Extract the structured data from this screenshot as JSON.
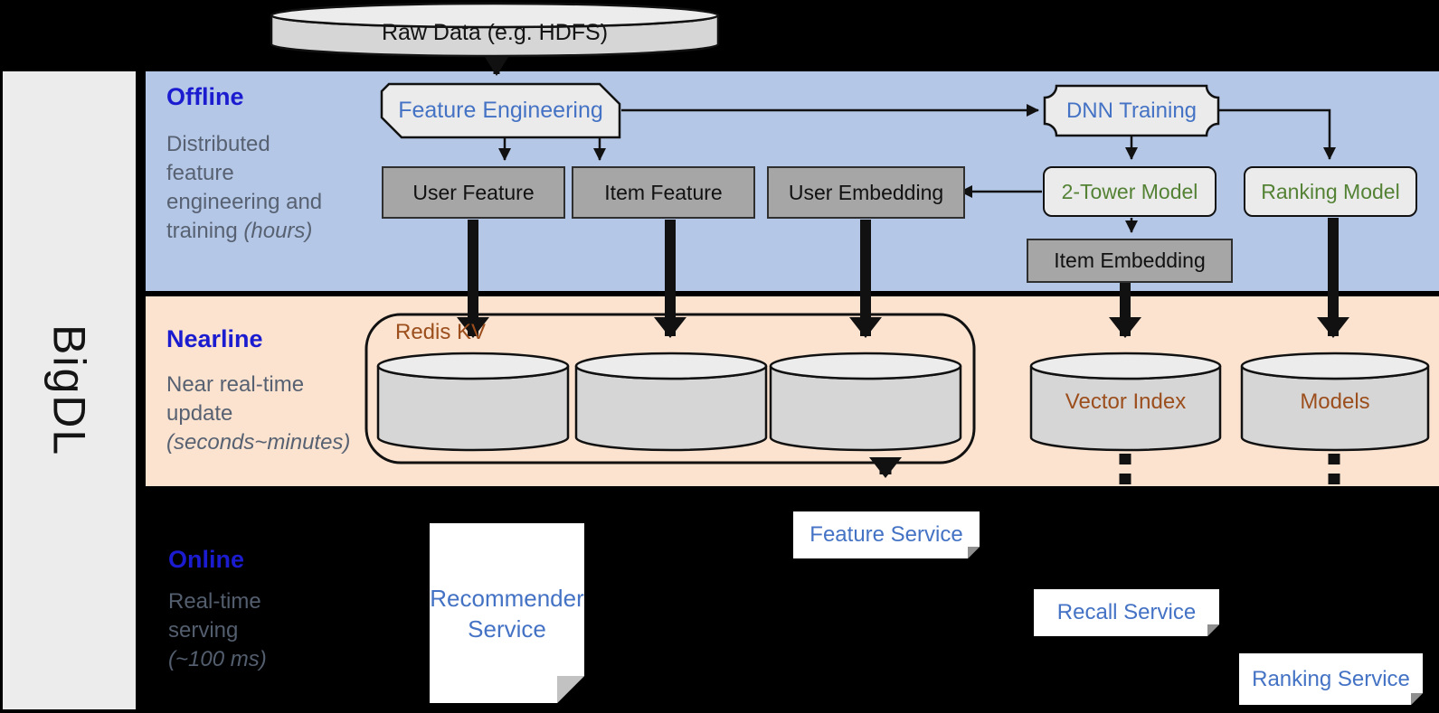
{
  "brand": {
    "name": "BigDL"
  },
  "sections": {
    "offline": {
      "title": "Offline",
      "desc_lines": [
        "Distributed",
        "feature",
        "engineering and"
      ],
      "desc_tail": "training ",
      "desc_em": "(hours)"
    },
    "nearline": {
      "title": "Nearline",
      "desc_lines": [
        "Near real-time",
        "update"
      ],
      "desc_em": "(seconds~minutes)"
    },
    "online": {
      "title": "Online",
      "desc_lines": [
        "Real-time",
        "serving"
      ],
      "desc_em": "(~100 ms)"
    }
  },
  "pipeline": {
    "raw_data": "Raw Data (e.g. HDFS)",
    "feature_engineering": "Feature Engineering",
    "dnn_training": "DNN Training",
    "user_feature": "User Feature",
    "item_feature": "Item Feature",
    "user_embedding": "User Embedding",
    "two_tower_model": "2-Tower Model",
    "ranking_model": "Ranking Model",
    "item_embedding": "Item Embedding",
    "redis_kv": "Redis KV",
    "vector_index": "Vector Index",
    "models": "Models",
    "feature_service": "Feature Service",
    "recall_service": "Recall Service",
    "ranking_service": "Ranking Service",
    "recommender_service": "Recommender Service"
  },
  "colors": {
    "offline_band": "#b4c7e7",
    "nearline_band": "#fbe3d0",
    "online_background": "#000000",
    "sidebar": "#ececec",
    "section_title_blue": "#1b1bd0",
    "section_desc_gray": "#576171",
    "node_text_blue": "#4472c4",
    "node_text_green": "#548235",
    "node_text_brown": "#9c4e1d",
    "gray_node_fill": "#a6a6a6",
    "light_node_fill": "#ebebeb",
    "cylinder_fill": "#d6d6d6",
    "cylinder_top_fill": "#ececec"
  }
}
